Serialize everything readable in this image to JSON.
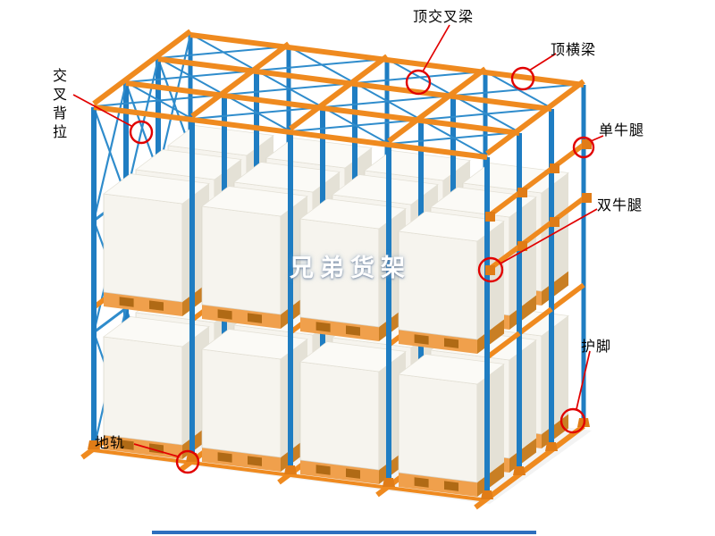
{
  "watermark": "兄弟货架",
  "labels": {
    "top_cross_beam": "顶交叉梁",
    "top_beam": "顶横梁",
    "single_corbel": "单牛腿",
    "double_corbel": "双牛腿",
    "foot_guard": "护脚",
    "ground_rail": "地轨",
    "cross_back_brace": "交叉背拉"
  },
  "colors": {
    "background": "#ffffff",
    "post_blue": "#1f7dc2",
    "brace_blue": "#2f8ccc",
    "beam_orange": "#ef8a1f",
    "pallet_orange": "#f0a04c",
    "pallet_side": "#c97f24",
    "pallet_slot": "#b06a15",
    "foot_orange": "#e07c17",
    "box_front": "#f6f4ee",
    "box_side": "#e4e1d6",
    "box_top": "#fbfaf6",
    "annotation_red": "#e10000"
  }
}
